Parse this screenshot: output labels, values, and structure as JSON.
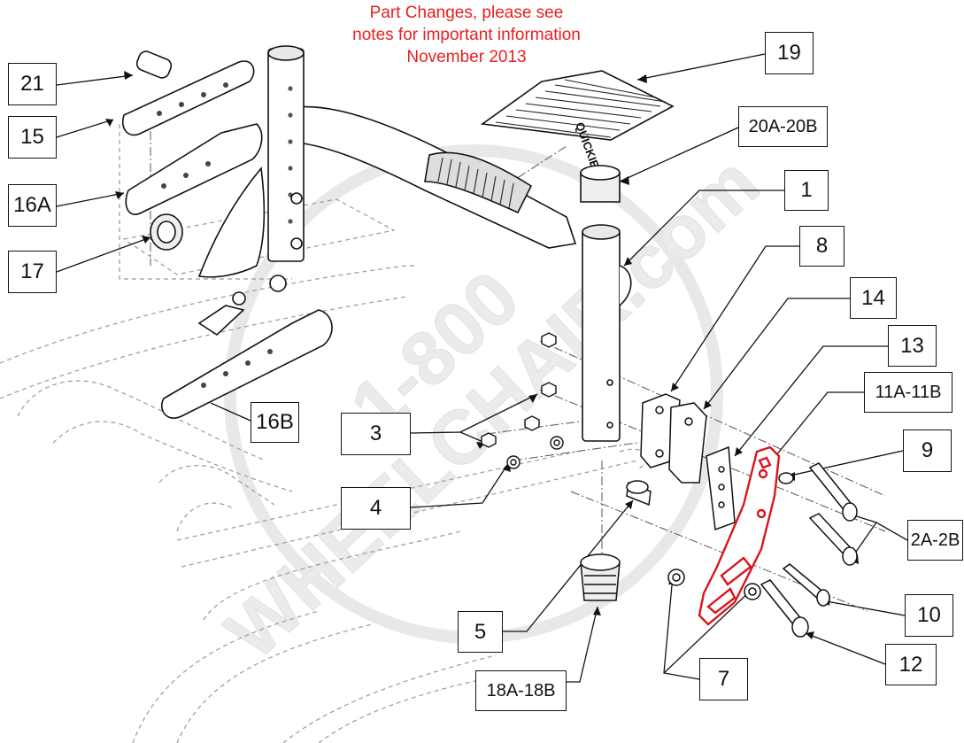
{
  "notice": {
    "line1": "Part Changes, please see",
    "line2": "notes for important information",
    "line3": "November 2013",
    "color": "#e8201f"
  },
  "callouts": {
    "c21": "21",
    "c15": "15",
    "c16a": "16A",
    "c17": "17",
    "c16b": "16B",
    "c3": "3",
    "c4": "4",
    "c5": "5",
    "c18": "18A-18B",
    "c19": "19",
    "c20": "20A-20B",
    "c1": "1",
    "c8": "8",
    "c14": "14",
    "c13": "13",
    "c11": "11A-11B",
    "c9": "9",
    "c2": "2A-2B",
    "c10": "10",
    "c12": "12",
    "c7": "7"
  },
  "footplate_brand": "QUICKIE",
  "watermark": {
    "line1": "1-800",
    "line2": "WHEELCHAIR.com"
  },
  "highlight_color": "#d9151b"
}
